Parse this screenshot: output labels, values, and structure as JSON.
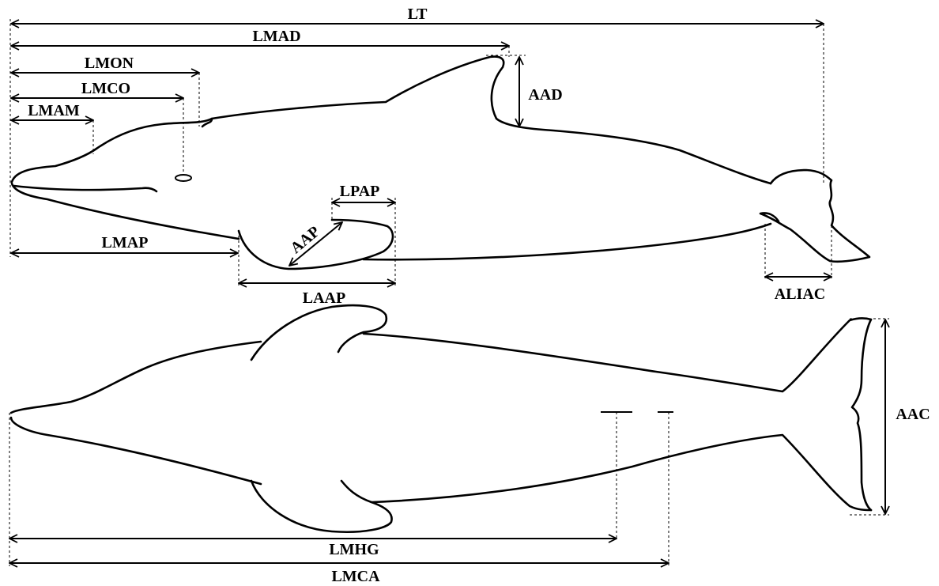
{
  "labels": {
    "LT": "LT",
    "LMAD": "LMAD",
    "LMON": "LMON",
    "LMCO": "LMCO",
    "LMAM": "LMAM",
    "AAD": "AAD",
    "LPAP": "LPAP",
    "AAP": "AAP",
    "LMAP": "LMAP",
    "LAAP": "LAAP",
    "ALIAC": "ALIAC",
    "AAC": "AAC",
    "LMHG": "LMHG",
    "LMCA": "LMCA"
  },
  "colors": {
    "ink": "#000000",
    "background": "#ffffff"
  }
}
